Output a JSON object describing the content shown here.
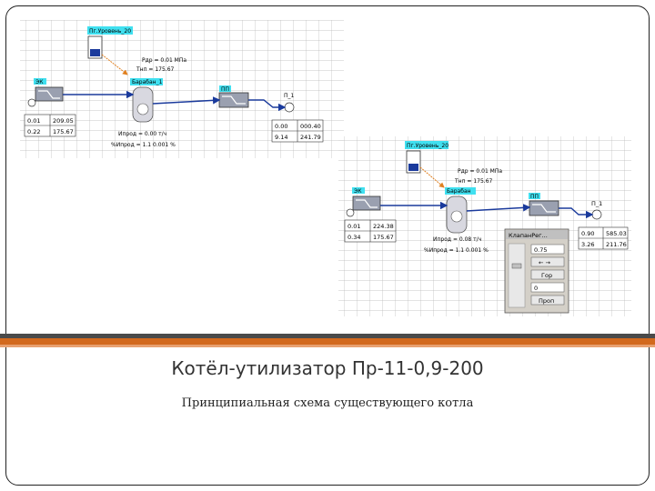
{
  "slide": {
    "title": "Котёл-утилизатор Пр-11-0,9-200",
    "subtitle": "Принципиальная схема существующего котла"
  },
  "scheme_top": {
    "level_tag": "Пг.Уровень_20",
    "pressure_text": "Рдр = 0.01 МПа",
    "temp_text": "Тнп = 175.67",
    "drum_tag": "Барабан_1",
    "left_tag": "ЭК",
    "right_tag": "ПП",
    "out_tag": "П_1",
    "left_table": [
      "0.01",
      "209.05",
      "0.22",
      "175.67"
    ],
    "right_table": [
      "0.00",
      "000.40",
      "9.14",
      "241.79"
    ],
    "drum_line1": "Ипрод = 0.00 т/ч",
    "drum_line2": "%Ипрод = 1.1 0.001 %"
  },
  "scheme_bottom": {
    "level_tag": "Пг.Уровень_20",
    "pressure_text": "Рдр = 0.01 МПа",
    "temp_text": "Тнп = 175.67",
    "drum_tag": "Барабан",
    "left_tag": "ЭК",
    "right_tag": "ПП",
    "out_tag": "П_1",
    "left_table": [
      "0.01",
      "224.38",
      "0.34",
      "175.67"
    ],
    "right_table": [
      "0.90",
      "585.03",
      "3.26",
      "211.76"
    ],
    "drum_line1": "Ипрод = 0.08 т/ч",
    "drum_line2": "%Ипрод = 1.1 0.001 %"
  },
  "control_panel": {
    "title": "КлапанРег...",
    "value": "0.75",
    "arrows": "← →",
    "button_gor": "Гор",
    "button_prop": "Проп",
    "field": "0"
  },
  "colors": {
    "accent_orange": "#d2691e",
    "band_dark": "#4a4a4a",
    "tag_cyan": "#40e0f0",
    "line_blue": "#1a3a9c",
    "grid": "#b8b8b8"
  }
}
